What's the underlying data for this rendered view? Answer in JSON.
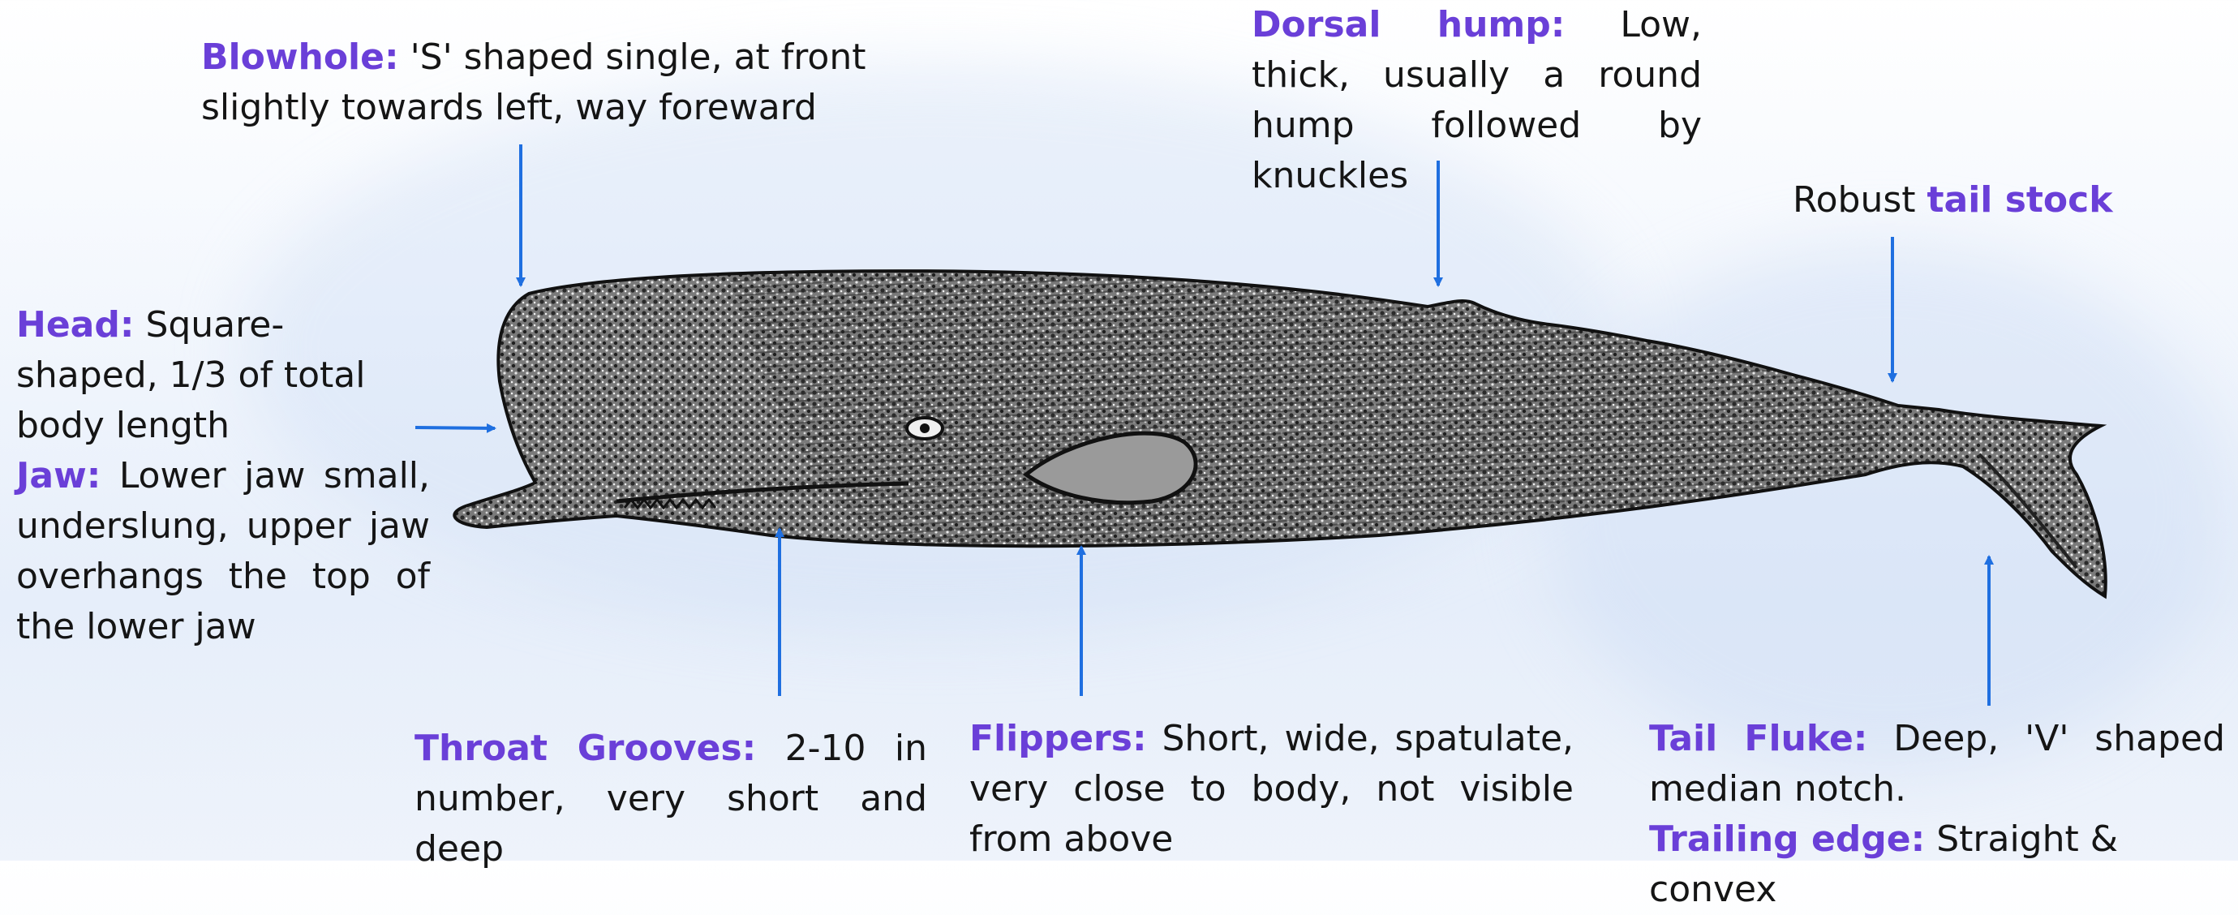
{
  "annotations": {
    "blowhole": {
      "key": "Blowhole:",
      "text": " 'S' shaped single, at front slightly towards left, way foreward"
    },
    "dorsal": {
      "key": "Dorsal hump:",
      "text": " Low, thick, usually a round  hump followed by knuckles"
    },
    "tailstock": {
      "prefix": "Robust ",
      "key": "tail stock"
    },
    "head": {
      "key": "Head:",
      "text": " Square-shaped, 1/3 of total body length"
    },
    "jaw": {
      "key": "Jaw:",
      "text": " Lower jaw small, underslung, upper jaw overhangs the top of the lower jaw"
    },
    "throat": {
      "key": "Throat Grooves:",
      "text": " 2-10 in number, very short and deep"
    },
    "flippers": {
      "key": "Flippers:",
      "text": " Short, wide, spatulate, very close to body, not visible from above"
    },
    "fluke": {
      "key": "Tail Fluke:",
      "text": " Deep, 'V' shaped median notch."
    },
    "trailing": {
      "key": "Trailing edge:",
      "text": " Straight & convex"
    }
  },
  "colors": {
    "keyword": "#6a3fd8",
    "arrow": "#1f6fe0",
    "body_text": "#151515"
  }
}
